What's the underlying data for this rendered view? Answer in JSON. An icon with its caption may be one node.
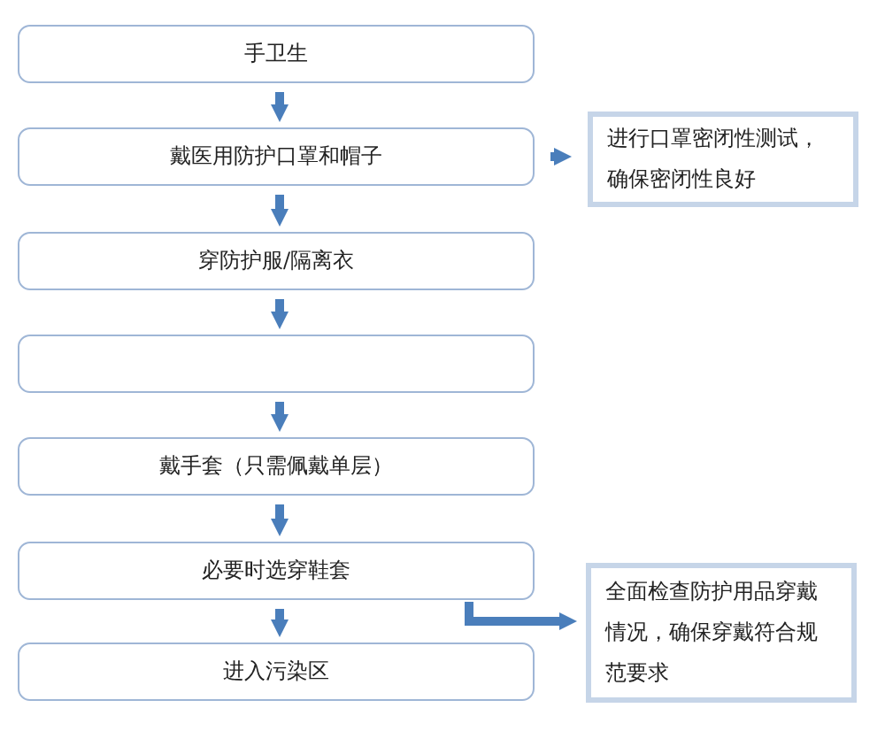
{
  "diagram": {
    "nodes": [
      {
        "text": [
          "手卫生"
        ]
      },
      {
        "text": [
          "戴医用防护口罩和帽子"
        ]
      },
      {
        "text": [
          "穿防护服/隔离衣"
        ]
      },
      {
        "text": [],
        "shape": "box"
      },
      {
        "text": [
          "戴手套（只需佩戴单层）"
        ]
      },
      {
        "text": [
          "必要时选穿鞋套"
        ]
      },
      {
        "text": [
          "进入污染区"
        ]
      },
      {
        "text": [
          "进行口罩密闭性测试，确保密闭性良好"
        ]
      },
      {
        "text": [
          "全面检查防护用品穿戴情况，确保穿戴符合规范要求"
        ]
      }
    ],
    "edges": [
      {
        "from": 0,
        "to": 1,
        "arrow": "to"
      },
      {
        "from": 1,
        "to": 2,
        "arrow": "to"
      },
      {
        "from": 2,
        "to": 3,
        "arrow": "to"
      },
      {
        "from": 3,
        "to": 4,
        "arrow": "to"
      },
      {
        "from": 4,
        "to": 5,
        "arrow": "to"
      },
      {
        "from": 5,
        "to": 6,
        "arrow": "to"
      },
      {
        "from": 1,
        "to": 7,
        "arrow": "to"
      },
      {
        "from": 5,
        "to": 8,
        "arrow": "to"
      }
    ]
  }
}
